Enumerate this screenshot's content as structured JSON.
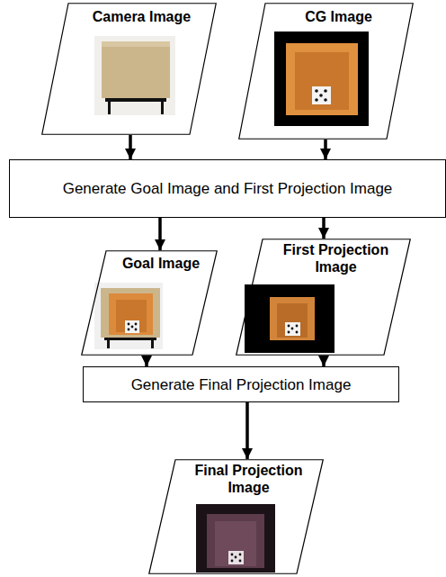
{
  "diagram": {
    "nodes": [
      {
        "text": [
          "Camera Image"
        ]
      },
      {
        "text": [
          "CG Image"
        ]
      },
      {
        "text": [
          "Generate Goal Image and First Projection Image"
        ]
      },
      {
        "text": [
          "Goal Image"
        ]
      },
      {
        "text": [
          "First Projection Image"
        ]
      },
      {
        "text": [
          "Generate Final Projection Image"
        ]
      },
      {
        "text": [
          "Final Projection Image"
        ]
      }
    ],
    "edges": [
      {
        "from": 0,
        "to": 2,
        "arrow": "to"
      },
      {
        "from": 1,
        "to": 2,
        "arrow": "to"
      },
      {
        "from": 2,
        "to": 3,
        "arrow": "to"
      },
      {
        "from": 2,
        "to": 4,
        "arrow": "to"
      },
      {
        "from": 3,
        "to": 5,
        "arrow": "to"
      },
      {
        "from": 4,
        "to": 5,
        "arrow": "to"
      },
      {
        "from": 5,
        "to": 6,
        "arrow": "to"
      }
    ]
  }
}
